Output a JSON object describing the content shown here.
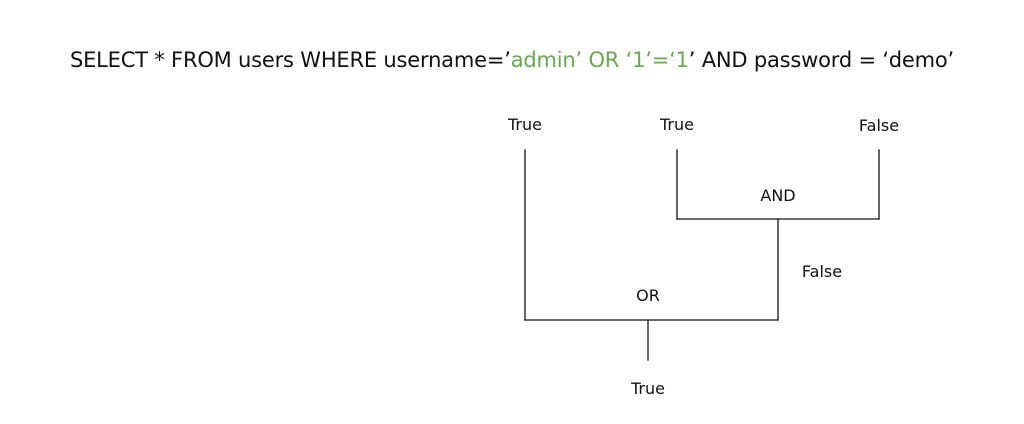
{
  "query": {
    "prefix": "SELECT * FROM users WHERE username=’",
    "injected": "admin’ OR ‘1’=‘1",
    "suffix": "’ AND password = ‘demo’"
  },
  "tree": {
    "leaf_true_1": "True",
    "leaf_true_2": "True",
    "leaf_false": "False",
    "and_label": "AND",
    "and_result": "False",
    "or_label": "OR",
    "or_result": "True"
  },
  "colors": {
    "injected_text": "#6aa84f",
    "text": "#111111"
  }
}
